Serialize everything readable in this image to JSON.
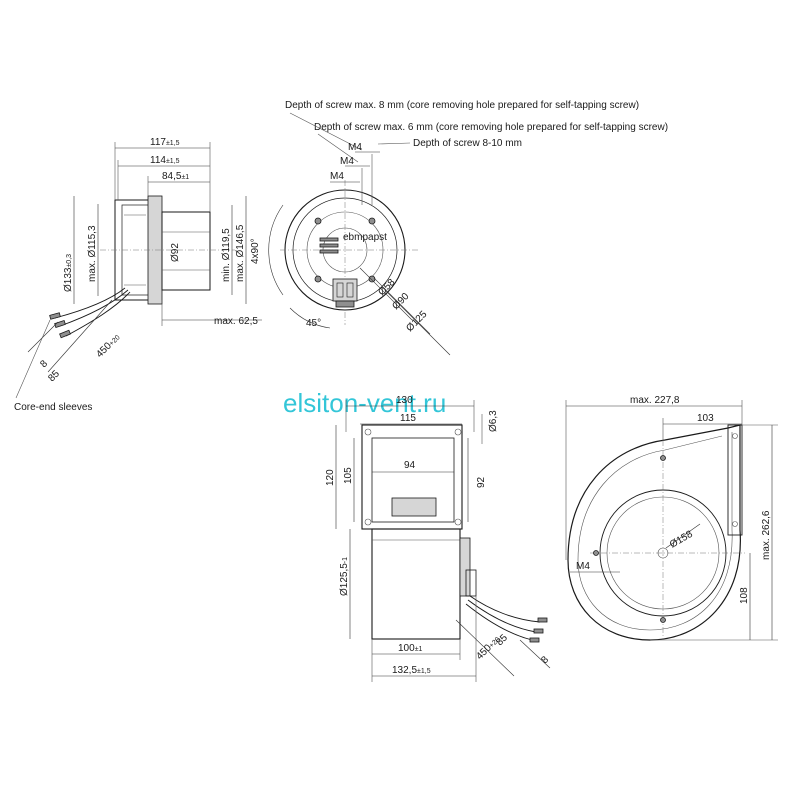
{
  "watermark": "elsiton-vent.ru",
  "notes": {
    "screw_8": "Depth of screw max. 8 mm (core removing hole prepared for self-tapping screw)",
    "screw_6": "Depth of screw max. 6 mm (core removing hole prepared for self-tapping screw)",
    "screw_810": "Depth of screw 8-10 mm",
    "core_end": "Core-end sleeves"
  },
  "side_view": {
    "d117": "117",
    "d117_tol": "±1,5",
    "d114": "114",
    "d114_tol": "±1,5",
    "d845": "84,5",
    "d845_tol": "±1",
    "d133": "Ø133",
    "d133_tol": "±0,3",
    "d1153": "max. Ø115,3",
    "d92": "Ø92",
    "d1195": "min. Ø119,5",
    "d1465": "max. Ø146,5",
    "d625": "max. 62,5",
    "d450": "450",
    "d450_tol": "+20",
    "d8": "8",
    "d85": "85"
  },
  "front_view": {
    "m4a": "M4",
    "m4b": "M4",
    "m4c": "M4",
    "angle4x90": "4x90°",
    "angle45": "45°",
    "d58": "Ø58",
    "d90": "Ø90",
    "d125": "Ø125",
    "brand": "ebmpapst"
  },
  "blower_side": {
    "d130": "130",
    "d115": "115",
    "d63": "Ø6,3",
    "d94": "94",
    "d120": "120",
    "d105": "105",
    "d92": "92",
    "d1255": "Ø125,5",
    "d1255_tol": "-1",
    "d100": "100",
    "d100_tol": "±1",
    "d1325": "132,5",
    "d1325_tol": "±1,5",
    "d450": "450",
    "d450_tol": "+20",
    "d85": "85",
    "d8": "8"
  },
  "blower_front": {
    "d2278": "max. 227,8",
    "d103": "103",
    "d158": "Ø158",
    "m4": "M4",
    "d2626": "max. 262,6",
    "d108": "108"
  }
}
